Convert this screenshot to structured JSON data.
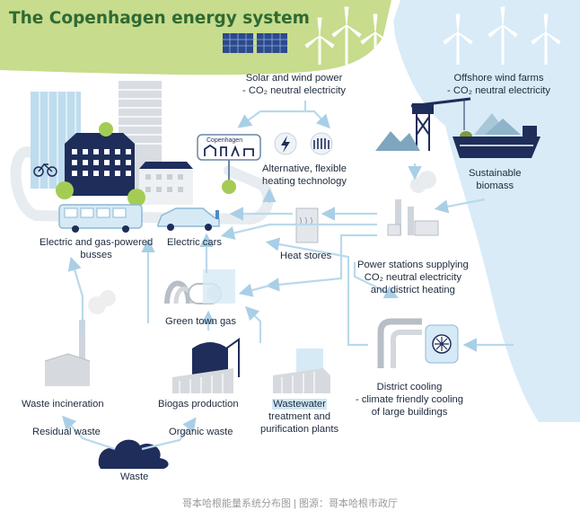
{
  "title": "The Copenhagen energy system",
  "caption": "哥本哈根能量系统分布图 | 图源：哥本哈根市政厅",
  "labels": {
    "solar_wind": [
      "Solar and wind power",
      "- CO₂ neutral electricity"
    ],
    "offshore": [
      "Offshore wind farms",
      "- CO₂ neutral electricity"
    ],
    "biomass": [
      "Sustainable",
      "biomass"
    ],
    "alt_heating": [
      "Alternative, flexible",
      "heating technology"
    ],
    "heat_stores": [
      "Heat stores"
    ],
    "power_stations": [
      "Power stations supplying",
      "CO₂ neutral electricity",
      "and district heating"
    ],
    "busses": [
      "Electric and gas-powered",
      "busses"
    ],
    "cars": [
      "Electric cars"
    ],
    "town_gas": [
      "Green town gas"
    ],
    "district_cooling": [
      "District cooling",
      "- climate friendly cooling",
      "of large buildings"
    ],
    "waste_incineration": [
      "Waste incineration"
    ],
    "biogas": [
      "Biogas production"
    ],
    "wastewater_highlight": "Wastewater",
    "wastewater_rest": [
      "treatment and",
      "purification plants"
    ],
    "residual_waste": [
      "Residual waste"
    ],
    "organic_waste": [
      "Organic waste"
    ],
    "waste": [
      "Waste"
    ],
    "sign": "Copenhagen"
  },
  "colors": {
    "green_land": "#c5d98a",
    "sea": "#d6eaf6",
    "arrow": "#b9d9ec",
    "navy": "#1f2d5a",
    "title": "#2f6a34"
  }
}
